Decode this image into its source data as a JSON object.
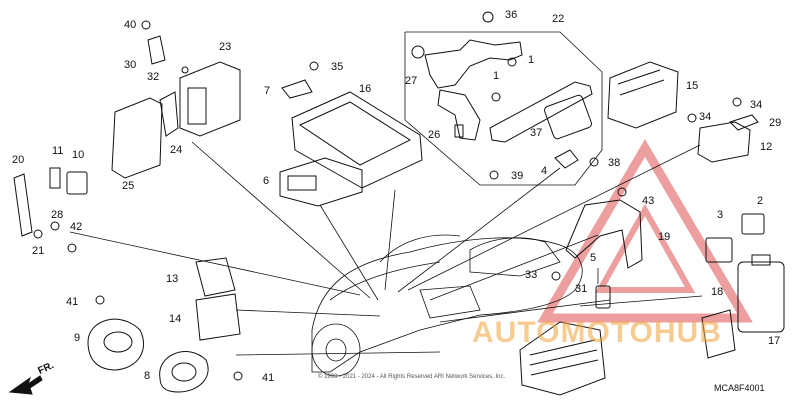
{
  "diagram": {
    "code": "MCA8F4001",
    "copyright": "© 1999 - 2021 - 2024 - All Rights Reserved ARI Network Services, Inc.",
    "direction_label": "FR.",
    "watermark": "AUTOMOTOHUB",
    "callouts": [
      {
        "id": "c1",
        "text": "1"
      },
      {
        "id": "c1b",
        "text": "1"
      },
      {
        "id": "c2",
        "text": "2"
      },
      {
        "id": "c3",
        "text": "3"
      },
      {
        "id": "c4",
        "text": "4"
      },
      {
        "id": "c5",
        "text": "5"
      },
      {
        "id": "c6",
        "text": "6"
      },
      {
        "id": "c7",
        "text": "7"
      },
      {
        "id": "c8",
        "text": "8"
      },
      {
        "id": "c9",
        "text": "9"
      },
      {
        "id": "c10",
        "text": "10"
      },
      {
        "id": "c11",
        "text": "11"
      },
      {
        "id": "c12",
        "text": "12"
      },
      {
        "id": "c13",
        "text": "13"
      },
      {
        "id": "c14",
        "text": "14"
      },
      {
        "id": "c15",
        "text": "15"
      },
      {
        "id": "c16",
        "text": "16"
      },
      {
        "id": "c17",
        "text": "17"
      },
      {
        "id": "c18",
        "text": "18"
      },
      {
        "id": "c19",
        "text": "19"
      },
      {
        "id": "c20",
        "text": "20"
      },
      {
        "id": "c21",
        "text": "21"
      },
      {
        "id": "c22",
        "text": "22"
      },
      {
        "id": "c23",
        "text": "23"
      },
      {
        "id": "c24",
        "text": "24"
      },
      {
        "id": "c25",
        "text": "25"
      },
      {
        "id": "c26",
        "text": "26"
      },
      {
        "id": "c27",
        "text": "27"
      },
      {
        "id": "c28",
        "text": "28"
      },
      {
        "id": "c29",
        "text": "29"
      },
      {
        "id": "c30",
        "text": "30"
      },
      {
        "id": "c31",
        "text": "31"
      },
      {
        "id": "c32",
        "text": "32"
      },
      {
        "id": "c33",
        "text": "33"
      },
      {
        "id": "c34a",
        "text": "34"
      },
      {
        "id": "c34b",
        "text": "34"
      },
      {
        "id": "c35",
        "text": "35"
      },
      {
        "id": "c36",
        "text": "36"
      },
      {
        "id": "c37",
        "text": "37"
      },
      {
        "id": "c38",
        "text": "38"
      },
      {
        "id": "c39",
        "text": "39"
      },
      {
        "id": "c40",
        "text": "40"
      },
      {
        "id": "c41a",
        "text": "41"
      },
      {
        "id": "c41b",
        "text": "41"
      },
      {
        "id": "c42",
        "text": "42"
      },
      {
        "id": "c43",
        "text": "43"
      }
    ]
  }
}
